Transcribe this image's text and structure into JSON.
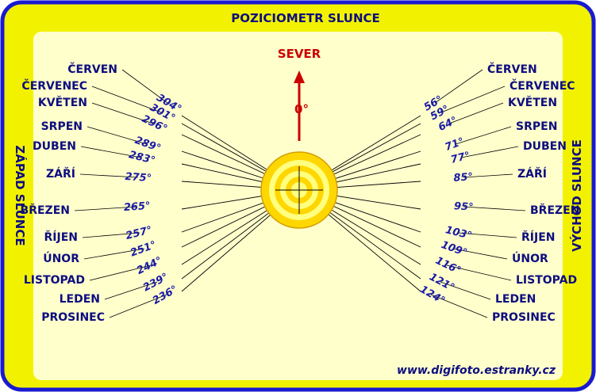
{
  "title": "POZICIOMETR SLUNCE",
  "left_side_label": "ZÁPAD SLUNCE",
  "right_side_label": "VÝCHOD SLUNCE",
  "north_label": "SEVER",
  "north_degree": "0°",
  "footer_url": "www.digifoto.estranky.cz",
  "colors": {
    "outer_border": "#1a1ad0",
    "frame_yellow": "#f2f200",
    "panel": "#ffffcc",
    "month_text": "#0d0d80",
    "degree_text": "#1a1aa6",
    "north_red": "#cc0000",
    "sun_outer": "#ffd700",
    "sun_ring": "#ffff66"
  },
  "west": [
    {
      "month": "ČERVEN",
      "degree": "304°",
      "az": 304
    },
    {
      "month": "ČERVENEC",
      "degree": "301°",
      "az": 301
    },
    {
      "month": "KVĚTEN",
      "degree": "296°",
      "az": 296
    },
    {
      "month": "SRPEN",
      "degree": "289°",
      "az": 289
    },
    {
      "month": "DUBEN",
      "degree": "283°",
      "az": 283
    },
    {
      "month": "ZÁŘÍ",
      "degree": "275°",
      "az": 275
    },
    {
      "month": "BŘEZEN",
      "degree": "265°",
      "az": 265
    },
    {
      "month": "ŘÍJEN",
      "degree": "257°",
      "az": 257
    },
    {
      "month": "ÚNOR",
      "degree": "251°",
      "az": 251
    },
    {
      "month": "LISTOPAD",
      "degree": "244°",
      "az": 244
    },
    {
      "month": "LEDEN",
      "degree": "239°",
      "az": 239
    },
    {
      "month": "PROSINEC",
      "degree": "236°",
      "az": 236
    }
  ],
  "east": [
    {
      "month": "ČERVEN",
      "degree": "56°",
      "az": 56
    },
    {
      "month": "ČERVENEC",
      "degree": "59°",
      "az": 59
    },
    {
      "month": "KVĚTEN",
      "degree": "64°",
      "az": 64
    },
    {
      "month": "SRPEN",
      "degree": "71°",
      "az": 71
    },
    {
      "month": "DUBEN",
      "degree": "77°",
      "az": 77
    },
    {
      "month": "ZÁŘÍ",
      "degree": "85°",
      "az": 85
    },
    {
      "month": "BŘEZEN",
      "degree": "95°",
      "az": 95
    },
    {
      "month": "ŘÍJEN",
      "degree": "103°",
      "az": 103
    },
    {
      "month": "ÚNOR",
      "degree": "109°",
      "az": 109
    },
    {
      "month": "LISTOPAD",
      "degree": "116°",
      "az": 116
    },
    {
      "month": "LEDEN",
      "degree": "121°",
      "az": 121
    },
    {
      "month": "PROSINEC",
      "degree": "124°",
      "az": 124
    }
  ]
}
